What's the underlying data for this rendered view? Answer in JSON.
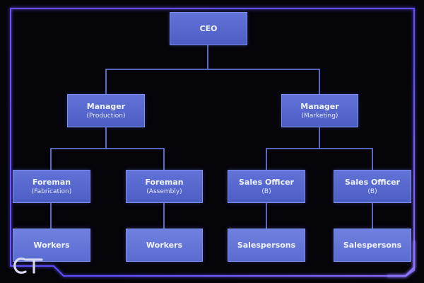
{
  "org_chart": {
    "ceo": {
      "title": "CEO"
    },
    "manager_production": {
      "title": "Manager",
      "sub": "(Production)"
    },
    "manager_marketing": {
      "title": "Manager",
      "sub": "(Marketing)"
    },
    "foreman_fabrication": {
      "title": "Foreman",
      "sub": "(Fabrication)"
    },
    "foreman_assembly": {
      "title": "Foreman",
      "sub": "(Assembly)"
    },
    "sales_officer_1": {
      "title": "Sales Officer",
      "sub": "(B)"
    },
    "sales_officer_2": {
      "title": "Sales Officer",
      "sub": "(B)"
    },
    "workers_1": {
      "title": "Workers"
    },
    "workers_2": {
      "title": "Workers"
    },
    "salespersons_1": {
      "title": "Salespersons"
    },
    "salespersons_2": {
      "title": "Salespersons"
    }
  },
  "logo": {
    "icon": "ct-logo-icon"
  },
  "colors": {
    "node_fill": "#566ad0",
    "node_border": "#7f8ff0",
    "connector": "#6f84ef",
    "frame_glow": "#6a4fff"
  }
}
